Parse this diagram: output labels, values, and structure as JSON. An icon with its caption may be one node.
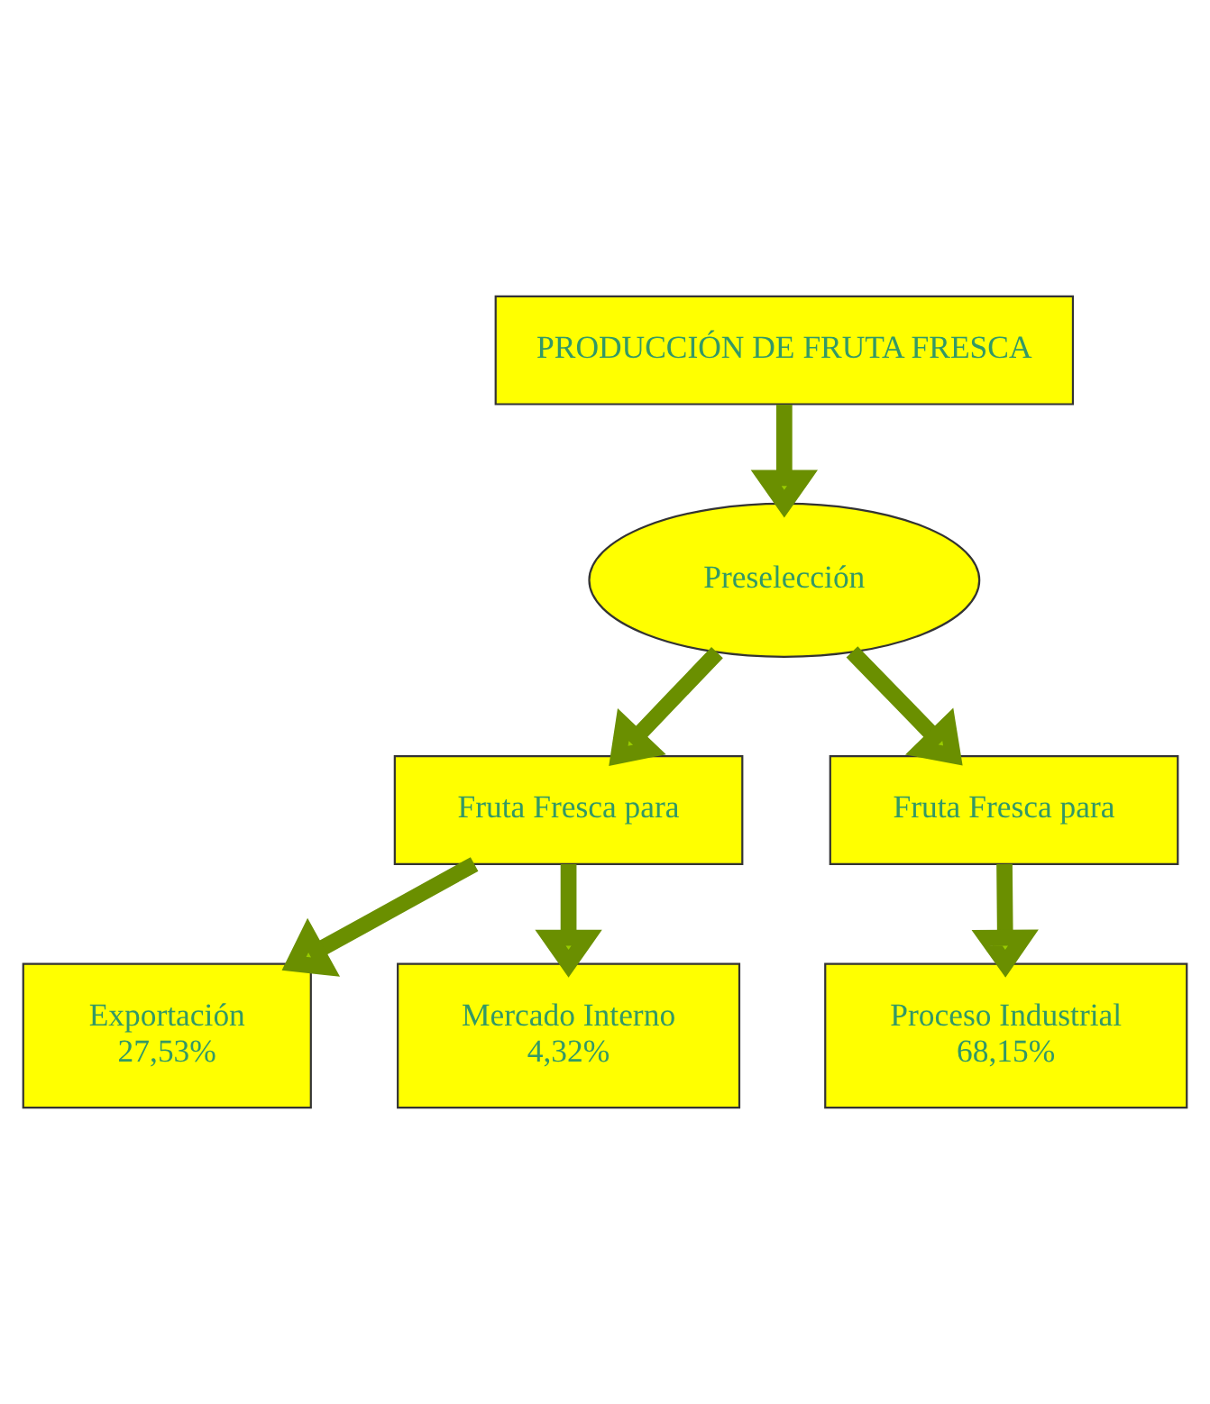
{
  "diagram": {
    "nodes": [
      {
        "text": [
          "PRODUCCIÓN DE FRUTA FRESCA"
        ]
      },
      {
        "text": [
          "Preselección"
        ]
      },
      {
        "text": [
          "Fruta Fresca para"
        ]
      },
      {
        "text": [
          "Fruta Fresca para"
        ]
      },
      {
        "text": [
          "Exportación",
          "27,53%"
        ]
      },
      {
        "text": [
          "Mercado Interno",
          "4,32%"
        ]
      },
      {
        "text": [
          "Proceso Industrial",
          "68,15%"
        ]
      }
    ],
    "edges": [
      {
        "from": 0,
        "to": 1,
        "arrow": "to"
      },
      {
        "from": 1,
        "to": 2,
        "arrow": "to"
      },
      {
        "from": 1,
        "to": 3,
        "arrow": "to"
      },
      {
        "from": 2,
        "to": 4,
        "arrow": "to"
      },
      {
        "from": 2,
        "to": 5,
        "arrow": "to"
      },
      {
        "from": 3,
        "to": 6,
        "arrow": "to"
      }
    ]
  }
}
